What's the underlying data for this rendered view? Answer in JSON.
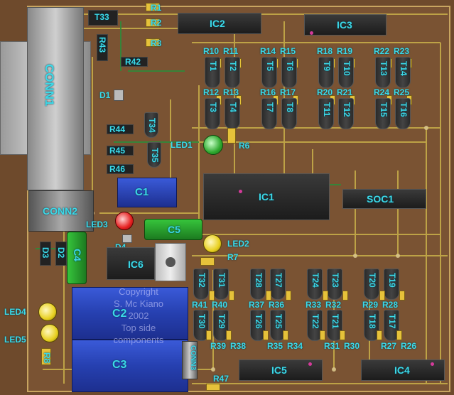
{
  "components": {
    "conn1": "CONN1",
    "conn2": "CONN2",
    "conn3": "CONN3",
    "ic1": "IC1",
    "ic2": "IC2",
    "ic3": "IC3",
    "ic4": "IC4",
    "ic5": "IC5",
    "ic6": "IC6",
    "soc1": "SOC1",
    "c1": "C1",
    "c2": "C2",
    "c3": "C3",
    "c4": "C4",
    "c5": "C5",
    "d1": "D1",
    "d2": "D2",
    "d3": "D3",
    "d4": "D4",
    "led1": "LED1",
    "led2": "LED2",
    "led3": "LED3",
    "led4": "LED4",
    "led5": "LED5",
    "r1": "R1",
    "r2": "R2",
    "r3": "R3",
    "r6": "R6",
    "r7": "R7",
    "r8": "R8",
    "r42": "R42",
    "r43": "R43",
    "r44": "R44",
    "r45": "R45",
    "r46": "R46",
    "r47": "R47",
    "t33": "T33",
    "t34": "T34",
    "t35": "T35"
  },
  "resistor_labels_top": [
    "R10",
    "R11",
    "R14",
    "R15",
    "R18",
    "R19",
    "R22",
    "R23"
  ],
  "resistor_labels_mid": [
    "R12",
    "R13",
    "R16",
    "R17",
    "R20",
    "R21",
    "R24",
    "R25"
  ],
  "transistors_top_row1": [
    "T1",
    "T2",
    "T5",
    "T6",
    "T9",
    "T10",
    "T13",
    "T14"
  ],
  "transistors_top_row2": [
    "T3",
    "T4",
    "T7",
    "T8",
    "T11",
    "T12",
    "T15",
    "T16"
  ],
  "transistors_bottom_row1": [
    "T32",
    "T31",
    "T28",
    "T27",
    "T24",
    "T23",
    "T20",
    "T19"
  ],
  "resistor_labels_bottom_a": [
    "R41",
    "R40",
    "R37",
    "R36",
    "R33",
    "R32",
    "R29",
    "R28"
  ],
  "transistors_bottom_row2": [
    "T30",
    "T29",
    "T26",
    "T25",
    "T22",
    "T21",
    "T18",
    "T17"
  ],
  "resistor_labels_bottom_b": [
    "R39",
    "R38",
    "R35",
    "R34",
    "R31",
    "R30",
    "R27",
    "R26"
  ],
  "watermark": {
    "line1": "Copyright",
    "line2": "S. Mc Kiano",
    "line3": "2002",
    "line4": "Top side",
    "line5": "components"
  }
}
